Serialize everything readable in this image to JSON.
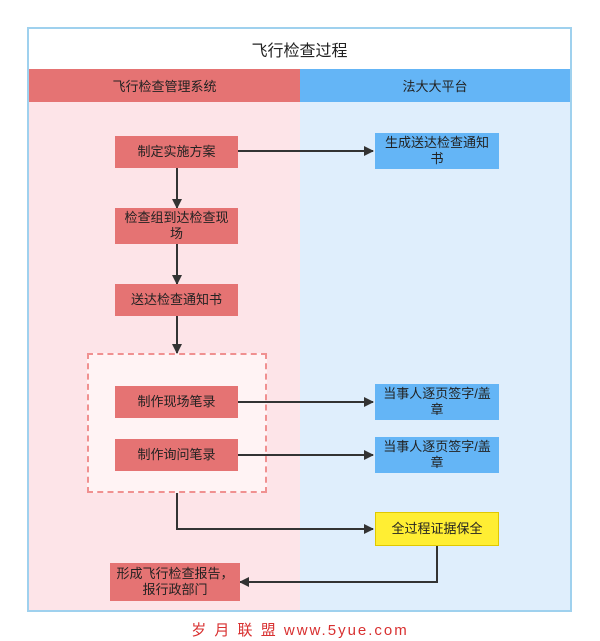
{
  "title": "飞行检查过程",
  "lanes": {
    "left": "飞行检查管理系统",
    "right": "法大大平台"
  },
  "nodes": {
    "plan": "制定实施方案",
    "arrive": "检查组到达检查现场",
    "deliver": "送达检查通知书",
    "record_site": "制作现场笔录",
    "record_inquiry": "制作询问笔录",
    "report": "形成飞行检查报告，报行政部门",
    "gen_notice": "生成送达检查通知书",
    "sign1": "当事人逐页签字/盖章",
    "sign2": "当事人逐页签字/盖章",
    "preserve": "全过程证据保全"
  },
  "watermark": "岁 月 联 盟  www.5yue.com"
}
